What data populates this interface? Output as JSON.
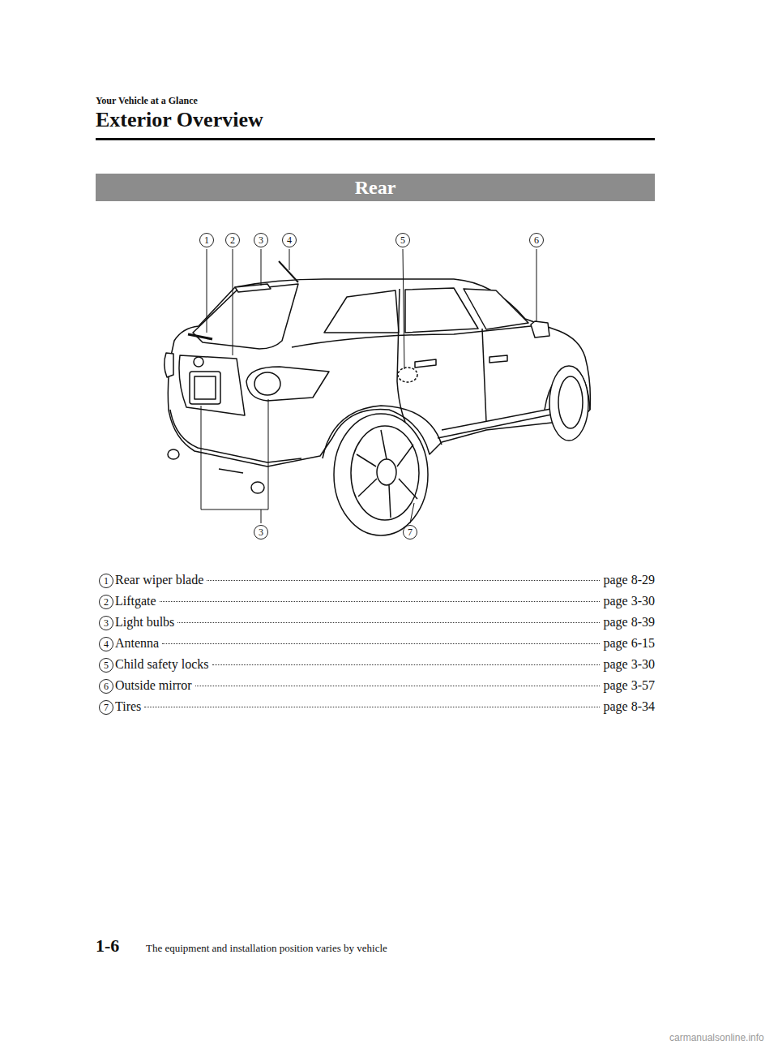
{
  "diagram": {
    "title": "Exterior Overview",
    "nodes": [
      {
        "text": [
          "Rear"
        ]
      },
      {
        "text": [
          "1"
        ]
      },
      {
        "text": [
          "2"
        ]
      },
      {
        "text": [
          "3"
        ]
      },
      {
        "text": [
          "4"
        ]
      },
      {
        "text": [
          "5"
        ]
      },
      {
        "text": [
          "6"
        ]
      },
      {
        "text": [
          "3"
        ]
      },
      {
        "text": [
          "7"
        ]
      },
      {
        "text": [
          "1"
        ]
      },
      {
        "text": [
          "2"
        ]
      },
      {
        "text": [
          "3"
        ]
      },
      {
        "text": [
          "4"
        ]
      },
      {
        "text": [
          "5"
        ]
      },
      {
        "text": [
          "6"
        ]
      },
      {
        "text": [
          "7"
        ]
      }
    ],
    "edges": [],
    "labels": [
      "Your Vehicle at a Glance",
      "Rear wiper blade",
      "page 8-29",
      "Liftgate",
      "page 3-30",
      "Light bulbs",
      "page 8-39",
      "Antenna",
      "page 6-15",
      "Child safety locks",
      "page 3-30",
      "Outside mirror",
      "page 3-57",
      "Tires",
      "page 8-34",
      "1-6",
      "The equipment and installation position varies by vehicle",
      "carmanualsonline.info"
    ]
  }
}
